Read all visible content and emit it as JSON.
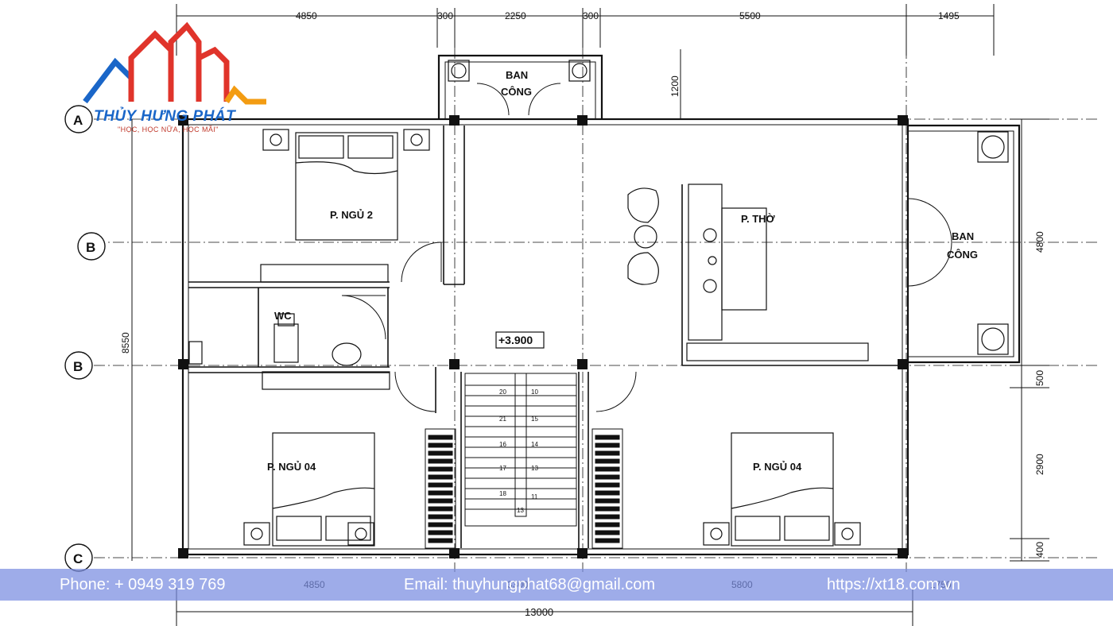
{
  "brand": {
    "name": "THỦY HƯNG PHÁT",
    "slogan": "\"HỌC, HỌC NỮA, HỌC MÃI\""
  },
  "plan": {
    "dims_top": [
      "4850",
      "300",
      "2250",
      "300",
      "5500",
      "1495"
    ],
    "dims_bottom": [
      "4850",
      "3300",
      "5800",
      "1750"
    ],
    "total_width": "13000",
    "dim_balcony_depth": "1200",
    "dims_right": [
      "4800",
      "500",
      "2900",
      "400"
    ],
    "dim_left": "8550",
    "level_mark": "+3.900",
    "axes": [
      "A",
      "B",
      "B",
      "C"
    ],
    "rooms": {
      "balcony_top": [
        "BAN",
        "CÔNG"
      ],
      "bedroom_2": "P. NGỦ 2",
      "worship": "P. THỜ",
      "balcony_right": [
        "BAN",
        "CÔNG"
      ],
      "wc": "WC",
      "bedroom_left": "P. NGỦ 04",
      "bedroom_right": "P. NGỦ 04"
    },
    "stair_steps_left": [
      "20",
      "21",
      "16",
      "17",
      "18"
    ],
    "stair_steps_right": [
      "10",
      "15",
      "14",
      "13",
      "11",
      "13"
    ]
  },
  "footer": {
    "phone": "Phone: +  0949 319 769",
    "email": "Email: thuyhungphat68@gmail.com",
    "website": "https://xt18.com.vn"
  },
  "colors": {
    "logo_red": "#e0342b",
    "logo_blue": "#1a66c8",
    "logo_orange": "#f39c12",
    "footer_bg": "#7b8ee0"
  }
}
